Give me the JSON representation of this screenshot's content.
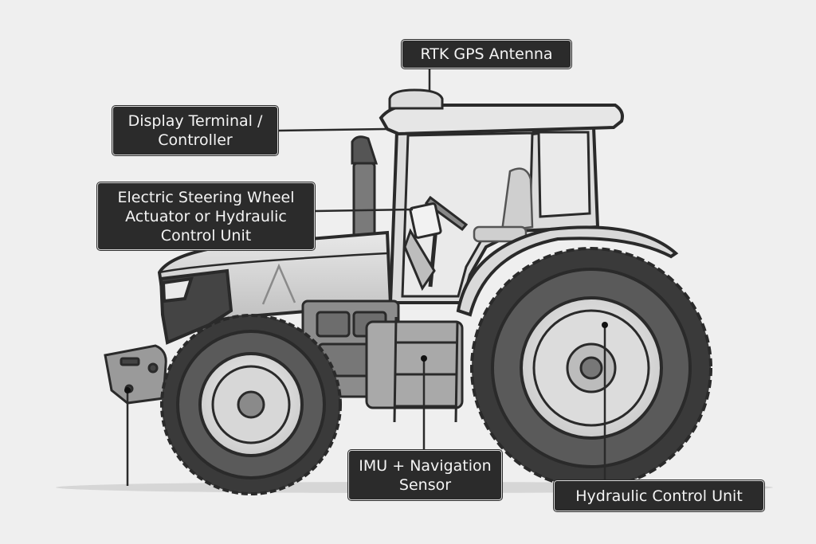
{
  "labels": {
    "rtk_gps_antenna": "RTK GPS Antenna",
    "display_terminal": "Display Terminal /\nController",
    "steering_actuator": "Electric Steering Wheel\nActuator or Hydraulic\nControl Unit",
    "imu_sensor": "IMU + Navigation\nSensor",
    "hydraulic_control_unit": "Hydraulic Control Unit"
  },
  "colors": {
    "background": "#efefef",
    "label_fill": "#2b2b2b",
    "label_text": "#f4f4f4",
    "line": "#2a2a2a"
  }
}
